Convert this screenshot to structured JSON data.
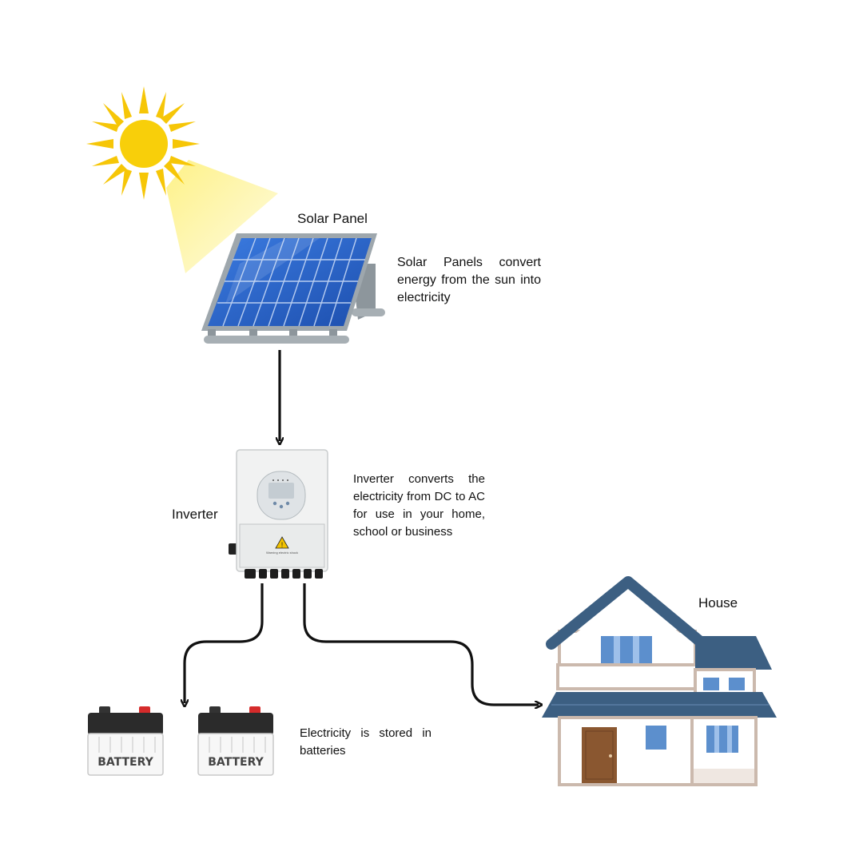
{
  "labels": {
    "solar_panel": "Solar Panel",
    "inverter": "Inverter",
    "house": "House"
  },
  "descriptions": {
    "solar_panel": "Solar Panels convert energy from the sun into electricity",
    "inverter": "Inverter converts the electricity from DC to AC for use in your home, school or business",
    "batteries": "Electricity is stored in batteries"
  },
  "battery_label": "BATTERY",
  "inverter_warning": "Warning electric shock",
  "colors": {
    "sun": "#f8cf0a",
    "sun_beam": "#fdf5a6",
    "panel_cells": "#2a63c4",
    "panel_frame": "#9ea7ad",
    "roof": "#3c5f82",
    "window": "#5c8fcd",
    "door": "#8a5730",
    "battery_top": "#2b2b2b",
    "battery_terminal": "#d52b2b",
    "arrow": "#111111"
  }
}
